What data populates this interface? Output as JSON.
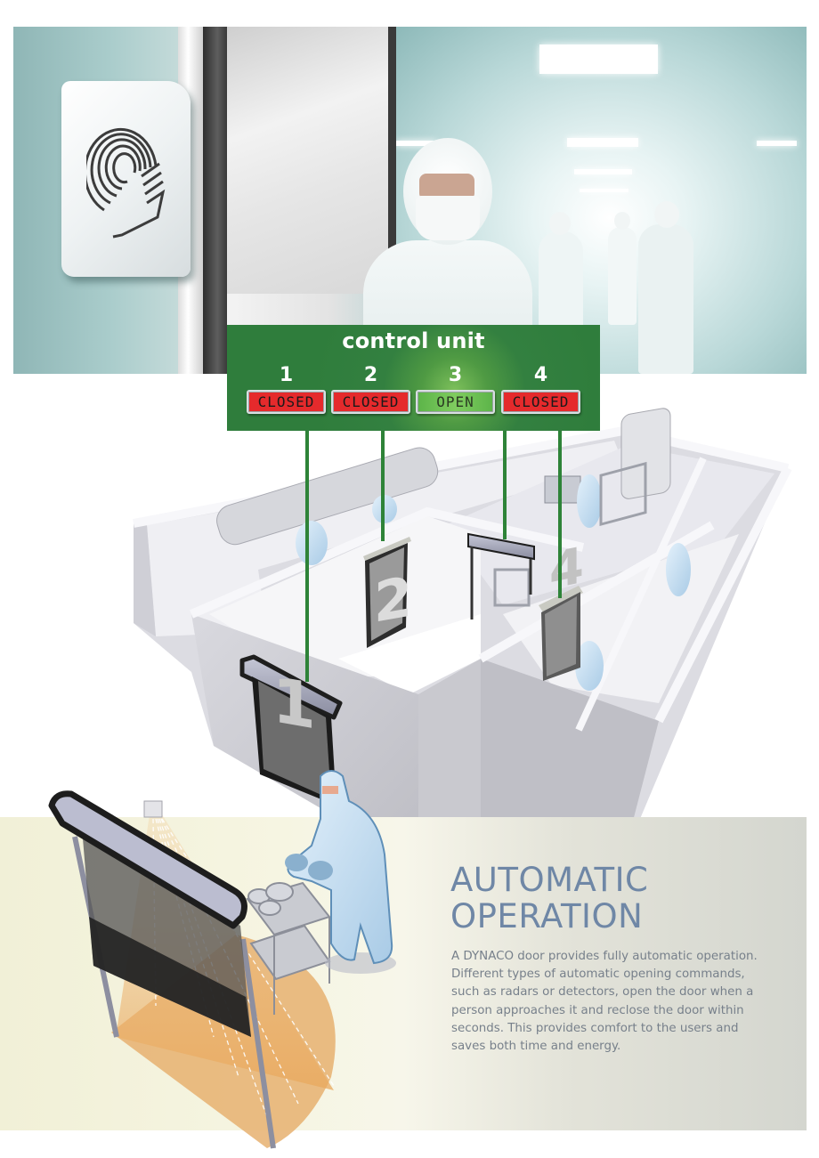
{
  "photo": {
    "description": "cleanroom corridor with staff in protective clothing and a touch-free door sensor",
    "sensor_icon": "touchless-hand-sensor-icon"
  },
  "control_unit": {
    "title": "control unit",
    "doors": [
      {
        "number": "1",
        "status": "CLOSED",
        "state": "closed"
      },
      {
        "number": "2",
        "status": "CLOSED",
        "state": "closed"
      },
      {
        "number": "3",
        "status": "OPEN",
        "state": "open"
      },
      {
        "number": "4",
        "status": "CLOSED",
        "state": "closed"
      }
    ],
    "colors": {
      "panel": "#2f7d3c",
      "closed": "#e52a2c",
      "open": "#6cc052",
      "connector": "#2e8338"
    }
  },
  "floor_plan": {
    "door_labels": [
      "1",
      "2",
      "4"
    ]
  },
  "section": {
    "heading_line1": "AUTOMATIC",
    "heading_line2": "OPERATION",
    "body_lines": [
      "A DYNACO door provides fully automatic operation.",
      "Different types of automatic opening commands,",
      "such as radars or detectors, open the door when a",
      "person approaches it and reclose the door within",
      "seconds. This provides comfort to the users and",
      "saves both time and energy."
    ],
    "colors": {
      "heading": "#6f87a6",
      "body": "#77808b"
    }
  }
}
